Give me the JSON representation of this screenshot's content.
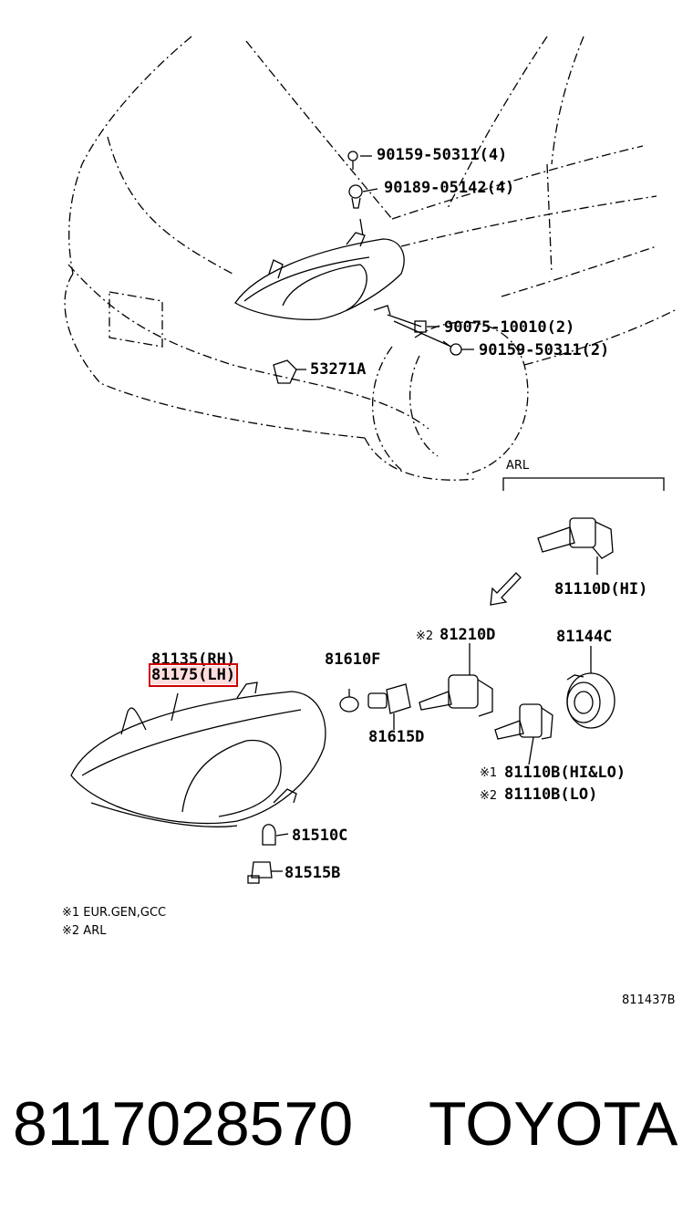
{
  "labels": {
    "bolt_top": "90159-50311(4)",
    "clip_top": "90189-05142(4)",
    "nut": "90075-10010(2)",
    "bolt_side": "90159-50311(2)",
    "bracket": "53271A",
    "arl": "ARL",
    "bulb_hi": "81110D(HI)",
    "socket_2": "81210D",
    "socket_2_mark": "※2",
    "cap": "81144C",
    "headlamp_rh": "81135(RH)",
    "headlamp_lh": "81175(LH)",
    "bulb_small": "81610F",
    "socket_small": "81615D",
    "bulb_hilo_mark": "※1",
    "bulb_hilo": "81110B(HI&LO)",
    "bulb_lo_mark": "※2",
    "bulb_lo": "81110B(LO)",
    "side_bulb": "81510C",
    "side_socket": "81515B"
  },
  "notes": [
    "※1 EUR.GEN,GCC",
    "※2 ARL"
  ],
  "ref_code": "811437B",
  "footer": {
    "part_number": "8117028570",
    "brand": "TOYOTA"
  },
  "colors": {
    "highlight": "#d00000"
  }
}
